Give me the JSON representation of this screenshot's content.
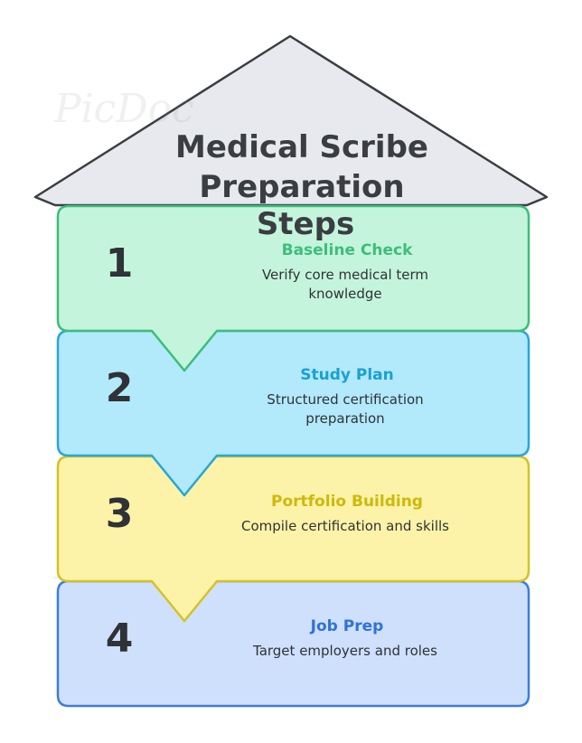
{
  "title_lines": [
    "Medical Scribe",
    "Preparation",
    "Steps"
  ],
  "watermark": "PicDoc",
  "steps": [
    {
      "number": "1",
      "title": "Baseline Check",
      "description": [
        "Verify core medical term",
        "knowledge"
      ],
      "fill": "#c4f5dc",
      "stroke": "#3dbe79",
      "title_color": "#3dbe79"
    },
    {
      "number": "2",
      "title": "Study Plan",
      "description": [
        "Structured certification",
        "preparation"
      ],
      "fill": "#b2e9fb",
      "stroke": "#27a7d8",
      "title_color": "#1aa0d4"
    },
    {
      "number": "3",
      "title": "Portfolio Building",
      "description": [
        "Compile certification and skills"
      ],
      "fill": "#fdf3a8",
      "stroke": "#d4c226",
      "title_color": "#cfb80c"
    },
    {
      "number": "4",
      "title": "Job Prep",
      "description": [
        "Target employers and roles"
      ],
      "fill": "#cfe0fc",
      "stroke": "#3b7de0",
      "title_color": "#2f73d6"
    }
  ],
  "roof": {
    "fill": "#e8e9ef",
    "stroke": "#3a3d42"
  }
}
